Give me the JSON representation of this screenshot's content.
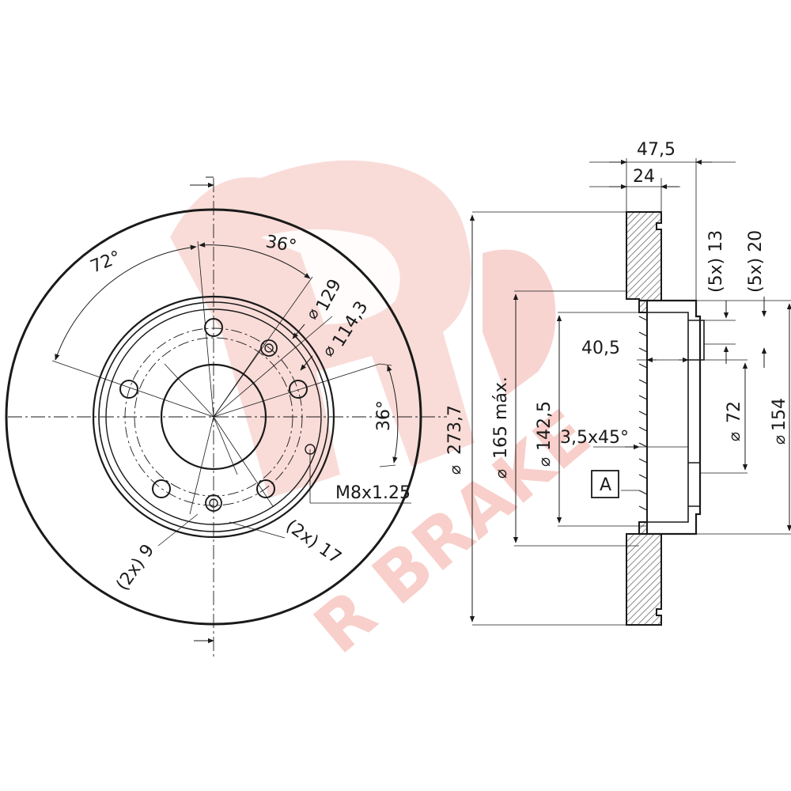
{
  "watermark": {
    "brand_text": "R BRAKE",
    "r_letter": "R",
    "color_light": "#f6c9c4",
    "color_mid": "#f3a89f",
    "color_dark": "#d9d9d9"
  },
  "front_view": {
    "angle_72": "72°",
    "angle_36_top": "36°",
    "angle_36_right": "36°",
    "pcd_129": "129",
    "pcd_114": "114,3",
    "hole_2x9": "(2x) 9",
    "hole_2x17": "(2x) 17",
    "thread": "M8x1.25"
  },
  "side_view": {
    "overall_width": "47,5",
    "disc_thickness": "24",
    "hole_5x13": "(5x) 13",
    "hole_5x20": "(5x) 20",
    "hub_height": "40,5",
    "dia_273": "273,7",
    "dia_165": "165 máx.",
    "dia_142": "142,5",
    "chamfer": "3,5x45°",
    "dia_72": "72",
    "dia_154": "154",
    "datum": "A"
  },
  "colors": {
    "line": "#1a1a1a",
    "hatch": "#555555"
  }
}
